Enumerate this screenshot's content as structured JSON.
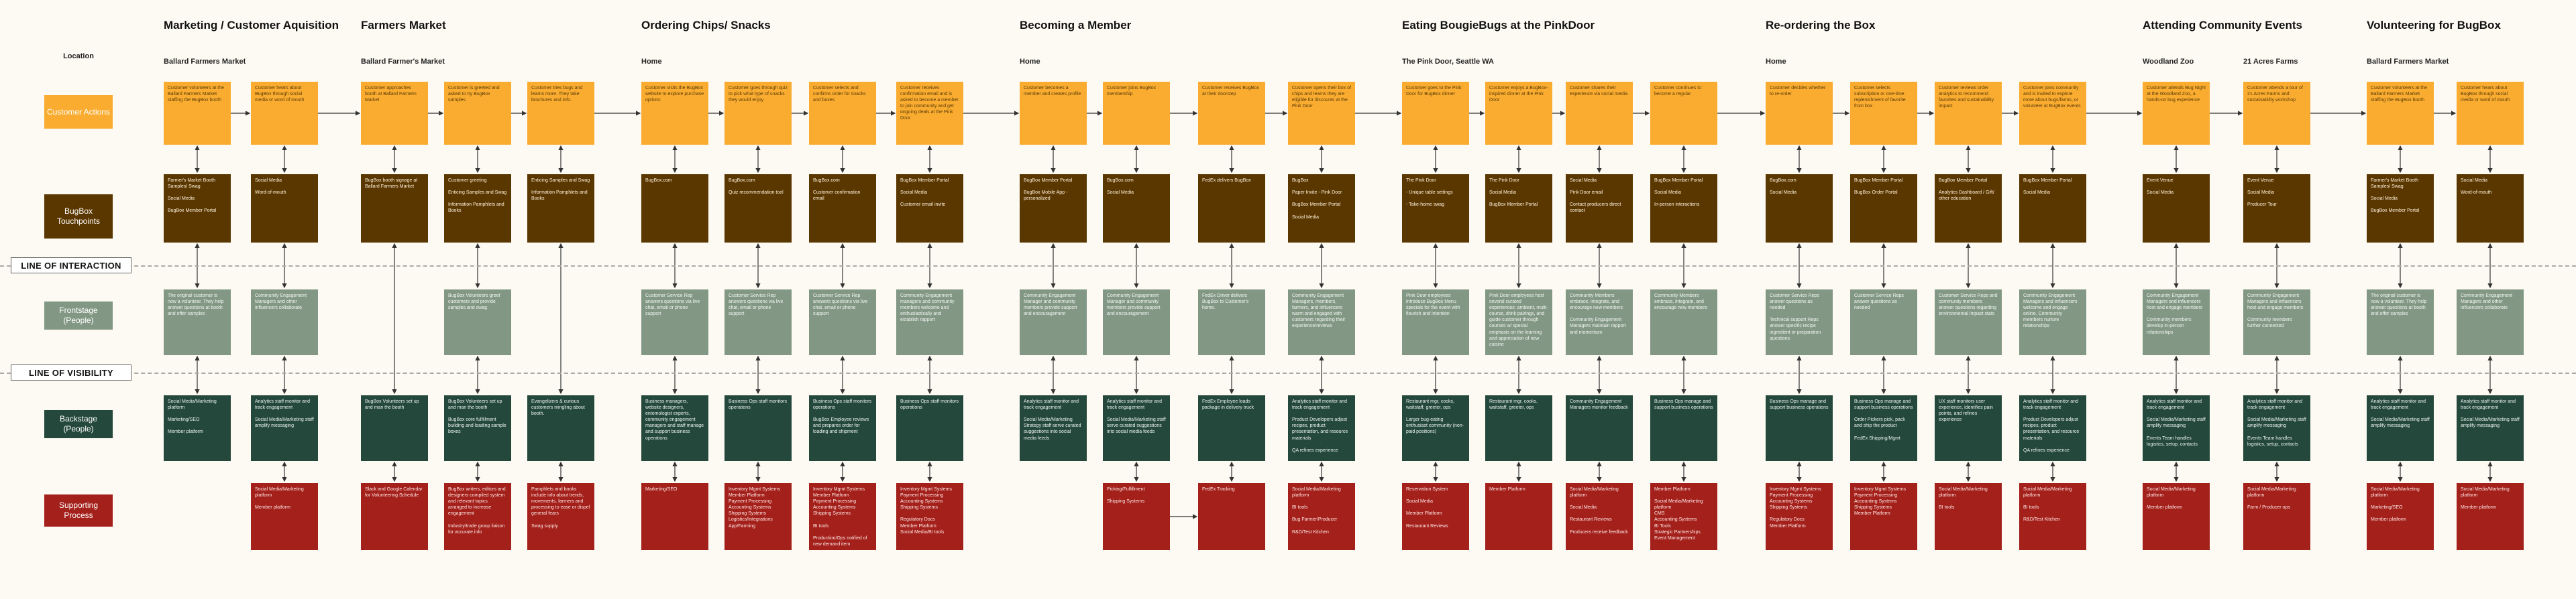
{
  "location_label": "Location",
  "row_labels": [
    {
      "text": "Customer Actions",
      "bg": "#f9ac30",
      "fg": "#fff"
    },
    {
      "text": "BugBox Touchpoints",
      "bg": "#5b3700",
      "fg": "#fff"
    },
    {
      "text": "Frontstage (People)",
      "bg": "#829885",
      "fg": "#fff"
    },
    {
      "text": "Backstage (People)",
      "bg": "#25483c",
      "fg": "#fff"
    },
    {
      "text": "Supporting Process",
      "bg": "#a3201b",
      "fg": "#fff"
    }
  ],
  "lines": {
    "interaction": "LINE OF INTERACTION",
    "visibility": "LINE OF VISIBILITY"
  },
  "phases": [
    {
      "title": "Marketing / Customer Aquisition",
      "col": 0
    },
    {
      "title": "Farmers Market",
      "col": 2
    },
    {
      "title": "Ordering Chips/ Snacks",
      "col": 5
    },
    {
      "title": "Becoming a Member",
      "col": 9
    },
    {
      "title": "Eating BougieBugs at the PinkDoor",
      "col": 14
    },
    {
      "title": "Re-ordering the Box",
      "col": 18
    },
    {
      "title": "Attending Community Events",
      "col": 22
    },
    {
      "title": "Volunteering for BugBox",
      "col": 24
    }
  ],
  "locations": [
    {
      "text": "Ballard Farmers Market",
      "col": 0
    },
    {
      "text": "Ballard Farmer's Market",
      "col": 2
    },
    {
      "text": "Home",
      "col": 5
    },
    {
      "text": "Home",
      "col": 9
    },
    {
      "text": "The Pink Door, Seattle WA",
      "col": 14
    },
    {
      "text": "Home",
      "col": 18
    },
    {
      "text": "Woodland Zoo",
      "col": 22
    },
    {
      "text": "21 Acres Farms",
      "col": 23
    },
    {
      "text": "Ballard Farmers Market",
      "col": 24
    }
  ],
  "columns": [
    {
      "cells": [
        "Customer volunteers at the Ballard Farmers Market staffing the BugBox booth",
        "Farmer's Market Booth Samples/ Swag\n\nSocial Media\n\nBugBox Member Portal",
        "The original customer is now a volunteer. They help answer questions at booth and offer samples",
        "Social Media/Marketing platform\n\nMarketing/SEO\n\nMember platform",
        ""
      ]
    },
    {
      "cells": [
        "Customer hears about BugBox through social media or word of mouth",
        "Social Media\n\nWord-of-mouth",
        "Community Engagement Managers and other influencers collaborate",
        "Analytics staff monitor and track engagement\n\nSocial Media/Marketing staff amplify messaging",
        "Social Media/Marketing platform\n\nMember platform"
      ]
    },
    {
      "cells": [
        "Customer approaches booth at Ballard Farmers Market",
        "BugBox booth signage at Ballard Farmers Market",
        "",
        "BugBox Volunteers set up and man the booth",
        "Slack and Google Calendar for Volunteering Schedule"
      ]
    },
    {
      "cells": [
        "Customer is greeted and asked to try BugBox samples",
        "Customer greeting\n\nEnticing Samples and Swag\n\nInformation Pamphlets and Books",
        "BugBox Volunteers greet customers and provide samples and swag",
        "BugBox Volunteers set up and man the booth\n\nBugBox core fulfillment building and loading sample boxes",
        "BugBox writers, editors and designers compiled system and relevant topics arranged to increase engagement\n\nIndustry/trade group liaison for accurate info"
      ]
    },
    {
      "cells": [
        "Customer tries bugs and learns more. They take brochures and info.",
        "Enticing Samples and Swag\n\nInformation Pamphlets and Books",
        "",
        "Evangelizers & curious customers mingling about booth.",
        "Pamphlets and books include info about trends, movements, farmers and processing to ease or dispel general fears\n\nSwag supply"
      ]
    },
    {
      "cells": [
        "Customer visits the BugBox website to explore purchase options",
        "BugBox.com",
        "Customer Service Rep answers questions via live chat, email or phone support",
        "Business managers, website designers, entomologist experts, community engagement managers and staff manage and support business operations",
        "Marketing/SEO"
      ]
    },
    {
      "cells": [
        "Customer goes through quiz to pick what type of snacks they would enjoy",
        "BugBox.com\n\nQuiz recommendation tool",
        "Customer Service Rep answers questions via live chat, email or phone support",
        "Business Ops staff monitors operations",
        "Inventory Mgmt Systems\nMember Platform\nPayment Processing\nAccounting Systems\nShipping Systems\nLogistics/Integrations\nApp/Farming"
      ]
    },
    {
      "cells": [
        "Customer selects and confirms order for snacks and boxes",
        "BugBox.com\n\nCustomer confirmation email",
        "Customer Service Rep answers questions via live chat, email or phone support",
        "Business Ops staff monitors operations\n\nBugBox Employee reviews and prepares order for loading and shipment",
        "Inventory Mgmt Systems\nMember Platform\nPayment Processing\nAccounting Systems\nShipping Systems\n\nBI tools\n\nProduction/Ops notified of new demand item"
      ]
    },
    {
      "cells": [
        "Customer receives confirmation email and is asked to become a member to join community and get ongoing deals at the Pink Door",
        "BugBox Member Portal\n\nSocial Media\n\nCustomer email invite",
        "Community Engagement managers and community members welcome and enthusiastically and establish rapport",
        "Business Ops staff monitors operations",
        "Inventory Mgmt Systems\nPayment Processing\nAccounting Systems\nShipping Systems\n\nRegulatory Docs\nMember Platform\nSocial Media/BI tools"
      ]
    },
    {
      "cells": [
        "Customer becomes a member and creates profile",
        "BugBox Member Portal\n\nBugBox Mobile App - personalized",
        "Community Engagement Manager and community members provide support and encouragement",
        "Analytics staff monitor and track engagement\n\nSocial Media/Marketing Strategy staff serve curated suggestions into social media feeds",
        ""
      ]
    },
    {
      "cells": [
        "Customer joins BugBox membership",
        "BugBox.com\n\nSocial Media",
        "Community Engagement Manager and community members provide support and encouragement",
        "Analytics staff monitor and track engagement\n\nSocial Media/Marketing staff serve curated suggestions into social media feeds",
        "Picking/Fulfillment\n\nShipping Systems"
      ]
    },
    {
      "cells": [
        "Customer receives BugBox at their doorstep",
        "FedEx delivers BugBox",
        "FedEx Driver delivers BugBox to Customer's home.",
        "FedEx Employee loads package in delivery truck",
        "FedEx Tracking"
      ]
    },
    {
      "cells": [
        "Customer opens their box of chips and learns they are eligible for discounts at the Pink Door",
        "BugBox\n\nPaper Invite - Pink Door\n\nBugBox Member Portal\n\nSocial Media",
        "Community Engagement Managers, members, farmers, and influencers warm and engaged with customers regarding their experience/reviews",
        "Analytics staff monitor and track engagement\n\nProduct Developers adjust recipes, product presentation, and resource materials\n\nQA refines experience",
        "Social Media/Marketing platform\n\nBI tools\n\nBug Farmer/Producer\n\nR&D/Test Kitchen"
      ]
    },
    {
      "cells": [
        "",
        "",
        "",
        "",
        ""
      ]
    },
    {
      "cells": [
        "Customer goes to the Pink Door for BugBox dinner",
        "The Pink Door\n\n- Unique table settings\n\n- Take-home swag",
        "Pink Door employees introduce BugBox Menu specials for the event with flourish and intention",
        "Restaurant mgr, cooks, waitstaff, greeter, ops\n\nLarger bug-eating enthusiast community (non-paid positions)",
        "Reservation System\n\nSocial Media\n\nMember Platform\n\nRestaurant Reviews"
      ]
    },
    {
      "cells": [
        "Customer enjoys a BugBox-inspired dinner at the Pink Door",
        "The Pink Door\n\nSocial Media\n\nBugBox Member Portal",
        "Pink Door employees host several curated experiences: ambient, multi-course, drink pairings, and guide customer through courses w/ special emphasis on the learning and appreciation of new cuisine",
        "Restaurant mgr, cooks, waitstaff, greeter, ops",
        "Member Platform"
      ]
    },
    {
      "cells": [
        "Customer shares their experience via social media",
        "Social Media\n\nPink Door email\n\nContact producers direct contact",
        "Community Members embrace, integrate, and encourage new members\n\nCommunity Engagement Managers maintain rapport and momentum",
        "Community Engagement Managers monitor feedback",
        "Social Media/Marketing platform\n\nSocial Media\n\nRestaurant Reviews\n\nProducers receive feedback"
      ]
    },
    {
      "cells": [
        "Customer continues to become a regular",
        "BugBox Member Portal\n\nSocial Media\n\nIn-person interactions",
        "Community Members embrace, integrate, and encourage new members",
        "Business Ops manage and support business operations",
        "Member Platform\n\nSocial Media/Marketing platform\nCMS\nAccounting Systems\nBI Tools\nStrategic Partnerships\nEvent Management"
      ]
    },
    {
      "cells": [
        "Customer decides whether to re-order",
        "BugBox.com\n\nSocial Media",
        "Customer Service Reps answer questions as needed\n\nTechnical support Reps answer specific recipe ingredient or preparation questions",
        "Business Ops manage and support business operations",
        "Inventory Mgmt Systems\nPayment Processing\nAccounting Systems\nShipping Systems\n\nRegulatory Docs\nMember Platform"
      ]
    },
    {
      "cells": [
        "Customer selects subscription or one-time replenishment of favorite from box",
        "BugBox Member Portal\n\nBugBox Order Portal",
        "Customer Service Reps answer questions as needed",
        "Business Ops manage and support business operations\n\nOrder Pickers pick, pack and ship the product\n\nFedEx Shipping/Mgmt",
        "Inventory Mgmt Systems\nPayment Processing\nAccounting Systems\nShipping Systems\nMember Platform"
      ]
    },
    {
      "cells": [
        "Customer reviews order analytics to recommend favorites and sustainability impact",
        "BugBox Member Portal\n\nAnalytics Dashboard / Gift/ other education",
        "Customer Service Reps and community members answer questions regarding environmental impact stats",
        "UX staff monitors user experience, identifies pain points, and refines experience",
        "Social Media/Marketing platform\n\nBI tools"
      ]
    },
    {
      "cells": [
        "Customer joins community and is invited to explore more about bugs/farms, or volunteer at BugBox events",
        "BugBox Member Portal\n\nSocial Media",
        "Community Engagement Managers and influencers welcome and engage online. Community members nurture relationships",
        "Analytics staff monitor and track engagement\n\nProduct Developers adjust recipes, product presentation, and resource materials\n\nQA refines experience",
        "Social Media/Marketing platform\n\nBI tools\n\nR&D/Test Kitchen"
      ]
    },
    {
      "cells": [
        "Customer attends Bug Night at the Woodland Zoo, a hands-on bug experience",
        "Event Venue\n\nSocial Media",
        "Community Engagement Managers and influencers host and engage members\n\nCommunity members develop in-person relationships",
        "Analytics staff monitor and track engagement\n\nSocial Media/Marketing staff amplify messaging\n\nEvents Team handles logistics, setup, contacts",
        "Social Media/Marketing platform\n\nMember platform"
      ]
    },
    {
      "cells": [
        "Customer attends a tour of 21 Acres Farms and sustainability workshop",
        "Event Venue\n\nSocial Media\n\nProducer Tour",
        "Community Engagement Managers and influencers host and engage members\n\nCommunity members further connected",
        "Analytics staff monitor and track engagement\n\nSocial Media/Marketing staff amplify messaging\n\nEvents Team handles logistics, setup, contacts",
        "Social Media/Marketing platform\n\nFarm / Producer ops"
      ]
    },
    {
      "cells": [
        "Customer volunteers at the Ballard Farmers Market staffing the BugBox booth",
        "Farmer's Market Booth Samples/ Swag\n\nSocial Media\n\nBugBox Member Portal",
        "The original customer is now a volunteer. They help answer questions at booth and offer samples",
        "Analytics staff monitor and track engagement\n\nSocial Media/Marketing staff amplify messaging",
        "Social Media/Marketing platform\n\nMarketing/SEO\n\nMember platform"
      ]
    },
    {
      "cells": [
        "Customer hears about BugBox through social media or word of mouth",
        "Social Media\n\nWord-of-mouth",
        "Community Engagement Managers and other influencers collaborate",
        "Analytics staff monitor and track engagement\n\nSocial Media/Marketing staff amplify messaging",
        "Social Media/Marketing platform\n\nMember platform"
      ]
    }
  ]
}
